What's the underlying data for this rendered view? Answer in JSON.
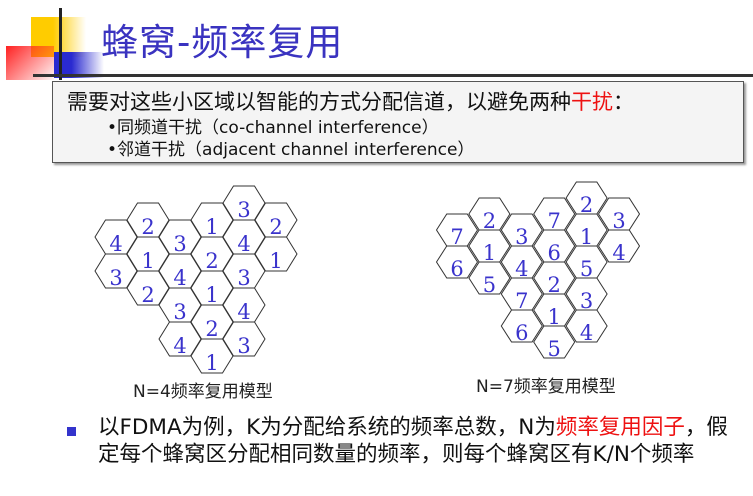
{
  "title": "蜂窝-频率复用",
  "box": {
    "intro_pre": "需要对这些小区域以智能的方式分配信道，以避免两种",
    "intro_red": "干扰",
    "intro_post": "：",
    "items": [
      "•同频道干扰（co-channel interference）",
      "•邻道干扰（adjacent channel interference）"
    ]
  },
  "diagrams": [
    {
      "caption": "N=4频率复用模型",
      "cells": [
        {
          "col": 0,
          "row": 0,
          "label": "4"
        },
        {
          "col": 0,
          "row": 1,
          "label": "3"
        },
        {
          "col": 1,
          "row": 0,
          "label": "2"
        },
        {
          "col": 1,
          "row": 1,
          "label": "1"
        },
        {
          "col": 1,
          "row": 2,
          "label": "2"
        },
        {
          "col": 2,
          "row": 0,
          "label": "3"
        },
        {
          "col": 2,
          "row": 1,
          "label": "4"
        },
        {
          "col": 2,
          "row": 2,
          "label": "3"
        },
        {
          "col": 2,
          "row": 3,
          "label": "4"
        },
        {
          "col": 3,
          "row": 0,
          "label": "1"
        },
        {
          "col": 3,
          "row": 1,
          "label": "2"
        },
        {
          "col": 3,
          "row": 2,
          "label": "1"
        },
        {
          "col": 3,
          "row": 3,
          "label": "2"
        },
        {
          "col": 3,
          "row": 4,
          "label": "1"
        },
        {
          "col": 4,
          "row": -1,
          "label": "3"
        },
        {
          "col": 4,
          "row": 0,
          "label": "4"
        },
        {
          "col": 4,
          "row": 1,
          "label": "3"
        },
        {
          "col": 4,
          "row": 2,
          "label": "4"
        },
        {
          "col": 4,
          "row": 3,
          "label": "3"
        },
        {
          "col": 5,
          "row": 0,
          "label": "2"
        },
        {
          "col": 5,
          "row": 1,
          "label": "1"
        }
      ]
    },
    {
      "caption": "N=7频率复用模型",
      "cells": [
        {
          "col": 0,
          "row": 0,
          "label": "7"
        },
        {
          "col": 0,
          "row": 1,
          "label": "6"
        },
        {
          "col": 1,
          "row": 0,
          "label": "2"
        },
        {
          "col": 1,
          "row": 1,
          "label": "1"
        },
        {
          "col": 1,
          "row": 2,
          "label": "5"
        },
        {
          "col": 2,
          "row": 0,
          "label": "3"
        },
        {
          "col": 2,
          "row": 1,
          "label": "4"
        },
        {
          "col": 2,
          "row": 2,
          "label": "7"
        },
        {
          "col": 2,
          "row": 3,
          "label": "6"
        },
        {
          "col": 3,
          "row": 0,
          "label": "7"
        },
        {
          "col": 3,
          "row": 1,
          "label": "6"
        },
        {
          "col": 3,
          "row": 2,
          "label": "2"
        },
        {
          "col": 3,
          "row": 3,
          "label": "1"
        },
        {
          "col": 3,
          "row": 4,
          "label": "5"
        },
        {
          "col": 4,
          "row": -1,
          "label": "2"
        },
        {
          "col": 4,
          "row": 0,
          "label": "1"
        },
        {
          "col": 4,
          "row": 1,
          "label": "5"
        },
        {
          "col": 4,
          "row": 2,
          "label": "3"
        },
        {
          "col": 4,
          "row": 3,
          "label": "4"
        },
        {
          "col": 5,
          "row": 0,
          "label": "3"
        },
        {
          "col": 5,
          "row": 1,
          "label": "4"
        }
      ]
    }
  ],
  "paragraph": {
    "pre": "以FDMA为例，K为分配给系统的频率总数，N为",
    "red": "频率复用因子",
    "post": "，假定每个蜂窝区分配相同数量的频率，则每个蜂窝区有K/N个频率"
  },
  "colors": {
    "title": "#3a33c0",
    "highlight": "#ee1111",
    "cell_label": "#3a33cc"
  }
}
